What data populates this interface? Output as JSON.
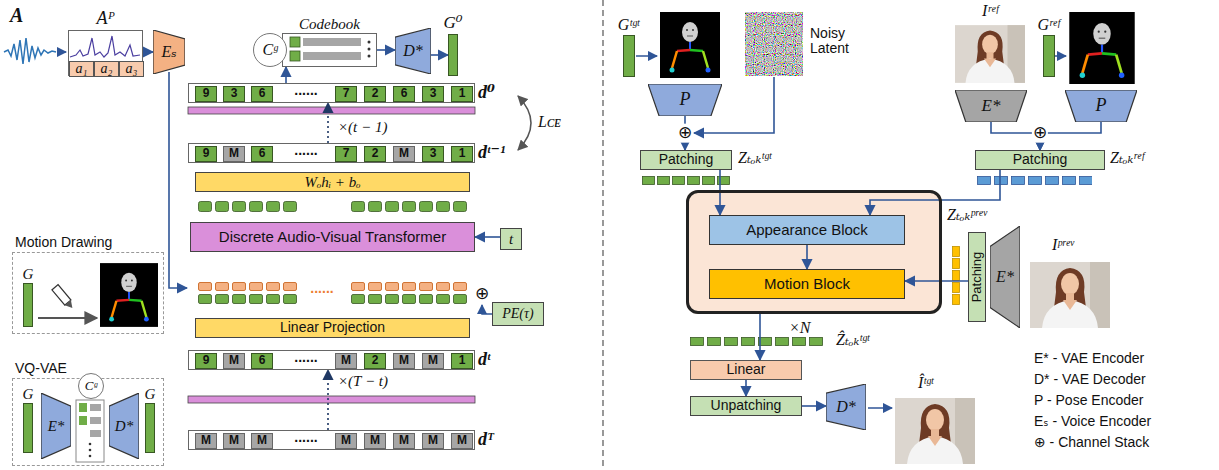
{
  "diagram": {
    "nodes": [
      {
        "text": [
          "Aᴾ"
        ]
      },
      {
        "text": [
          "a₁"
        ],
        "in": 0
      },
      {
        "text": [
          "a₂"
        ],
        "in": 0
      },
      {
        "text": [
          "a₃"
        ],
        "in": 0
      },
      {
        "text": [
          "Eₛ"
        ]
      },
      {
        "text": [
          "Codebook"
        ]
      },
      {
        "text": [
          "Cᵍ"
        ]
      },
      {
        "text": [
          "D*"
        ]
      },
      {
        "text": [
          "G⁰"
        ]
      },
      {
        "text": [
          "d⁰"
        ]
      },
      {
        "text": [
          "9"
        ],
        "in": 9
      },
      {
        "text": [
          "3"
        ],
        "in": 9
      },
      {
        "text": [
          "6"
        ],
        "in": 9
      },
      {
        "text": [
          "7"
        ],
        "in": 9
      },
      {
        "text": [
          "2"
        ],
        "in": 9
      },
      {
        "text": [
          "6"
        ],
        "in": 9
      },
      {
        "text": [
          "3"
        ],
        "in": 9
      },
      {
        "text": [
          "1"
        ],
        "in": 9
      },
      {
        "text": [
          "dᵗ⁻¹"
        ]
      },
      {
        "text": [
          "9"
        ],
        "in": 18
      },
      {
        "text": [
          "M"
        ],
        "in": 18
      },
      {
        "text": [
          "6"
        ],
        "in": 18
      },
      {
        "text": [
          "7"
        ],
        "in": 18
      },
      {
        "text": [
          "2"
        ],
        "in": 18
      },
      {
        "text": [
          "M"
        ],
        "in": 18
      },
      {
        "text": [
          "3"
        ],
        "in": 18
      },
      {
        "text": [
          "1"
        ],
        "in": 18
      },
      {
        "text": [
          "Wₒhᵢ + bₒ"
        ]
      },
      {
        "text": [
          "Discrete Audio-Visual Transformer"
        ]
      },
      {
        "text": [
          "t"
        ]
      },
      {
        "text": [
          "PE(τ)"
        ]
      },
      {
        "text": [
          "Linear Projection"
        ]
      },
      {
        "text": [
          "dᵗ"
        ]
      },
      {
        "text": [
          "9"
        ],
        "in": 32
      },
      {
        "text": [
          "M"
        ],
        "in": 32
      },
      {
        "text": [
          "6"
        ],
        "in": 32
      },
      {
        "text": [
          "M"
        ],
        "in": 32
      },
      {
        "text": [
          "2"
        ],
        "in": 32
      },
      {
        "text": [
          "M"
        ],
        "in": 32
      },
      {
        "text": [
          "M"
        ],
        "in": 32
      },
      {
        "text": [
          "1"
        ],
        "in": 32
      },
      {
        "text": [
          "dᵀ"
        ]
      },
      {
        "text": [
          "M"
        ],
        "in": 41
      },
      {
        "text": [
          "M"
        ],
        "in": 41
      },
      {
        "text": [
          "M"
        ],
        "in": 41
      },
      {
        "text": [
          "M"
        ],
        "in": 41
      },
      {
        "text": [
          "M"
        ],
        "in": 41
      },
      {
        "text": [
          "M"
        ],
        "in": 41
      },
      {
        "text": [
          "M"
        ],
        "in": 41
      },
      {
        "text": [
          "M"
        ],
        "in": 41
      },
      {
        "text": [
          "Motion Drawing"
        ]
      },
      {
        "text": [
          "G"
        ],
        "in": 50
      },
      {
        "text": [
          "VQ-VAE"
        ]
      },
      {
        "text": [
          "G"
        ],
        "in": 52
      },
      {
        "text": [
          "E*"
        ],
        "in": 52
      },
      {
        "text": [
          "Cᵍ"
        ],
        "in": 52
      },
      {
        "text": [
          "D*"
        ],
        "in": 52
      },
      {
        "text": [
          "G"
        ],
        "in": 52
      },
      {
        "text": [
          "Gᵗᵍᵗ"
        ]
      },
      {
        "text": [
          "P"
        ]
      },
      {
        "text": [
          "Patching"
        ]
      },
      {
        "text": [
          "Gʳᵉᶠ"
        ]
      },
      {
        "text": [
          "E*"
        ]
      },
      {
        "text": [
          "P"
        ]
      },
      {
        "text": [
          "Patching"
        ]
      },
      {
        "text": [
          "×N"
        ]
      },
      {
        "text": [
          "Appearance Block"
        ],
        "in": 65
      },
      {
        "text": [
          "Motion Block"
        ],
        "in": 65
      },
      {
        "text": [
          "Patching"
        ]
      },
      {
        "text": [
          "E*"
        ]
      },
      {
        "text": [
          "Linear"
        ]
      },
      {
        "text": [
          "Unpatching"
        ]
      },
      {
        "text": [
          "D*"
        ]
      }
    ],
    "edges": [
      {
        "from": 0,
        "to": 4,
        "arrow": "to"
      },
      {
        "from": 5,
        "to": 7,
        "arrow": "to"
      },
      {
        "from": 7,
        "to": 8,
        "arrow": "to"
      },
      {
        "from": 9,
        "to": 5,
        "arrow": "to"
      },
      {
        "from": 18,
        "to": 9,
        "label": "×(t − 1)",
        "arrow": "to"
      },
      {
        "from": 29,
        "to": 28,
        "arrow": "to"
      },
      {
        "from": 41,
        "to": 32,
        "label": "×(T − t)",
        "arrow": "to"
      },
      {
        "from": 59,
        "to": 60,
        "arrow": "to"
      },
      {
        "from": 62,
        "to": 64,
        "arrow": "to"
      },
      {
        "from": 63,
        "to": 64,
        "arrow": "to"
      },
      {
        "from": 60,
        "to": 66,
        "arrow": "to"
      },
      {
        "from": 64,
        "to": 66,
        "arrow": "to"
      },
      {
        "from": 66,
        "to": 67,
        "arrow": "to"
      },
      {
        "from": 68,
        "to": 67,
        "arrow": "to"
      },
      {
        "from": 65,
        "to": 70,
        "arrow": "to"
      },
      {
        "from": 70,
        "to": 71,
        "arrow": "to"
      },
      {
        "from": 71,
        "to": 72,
        "arrow": "to"
      }
    ],
    "labels": [
      "A",
      "......",
      "......",
      "......",
      "⊕",
      "......",
      "......",
      "Lᴄᴇ",
      "Noisy Latent",
      "⊕",
      "Zₜₒₖᵗᵍᵗ",
      "Iʳᵉᶠ",
      "⊕",
      "Zₜₒₖʳᵉᶠ",
      "Zₜₒₖᵖʳᵉᵛ",
      "Iᵖʳᵉᵛ",
      "Ẑₜₒₖᵗᵍᵗ",
      "Îᵗᵍᵗ"
    ],
    "legend": [
      {
        "text": "E* - VAE Encoder"
      },
      {
        "text": "D* - VAE Decoder"
      },
      {
        "text": "P - Pose Encoder"
      },
      {
        "text": "Eₛ - Voice Encoder"
      },
      {
        "text": "⊕ - Channel Stack"
      }
    ]
  }
}
